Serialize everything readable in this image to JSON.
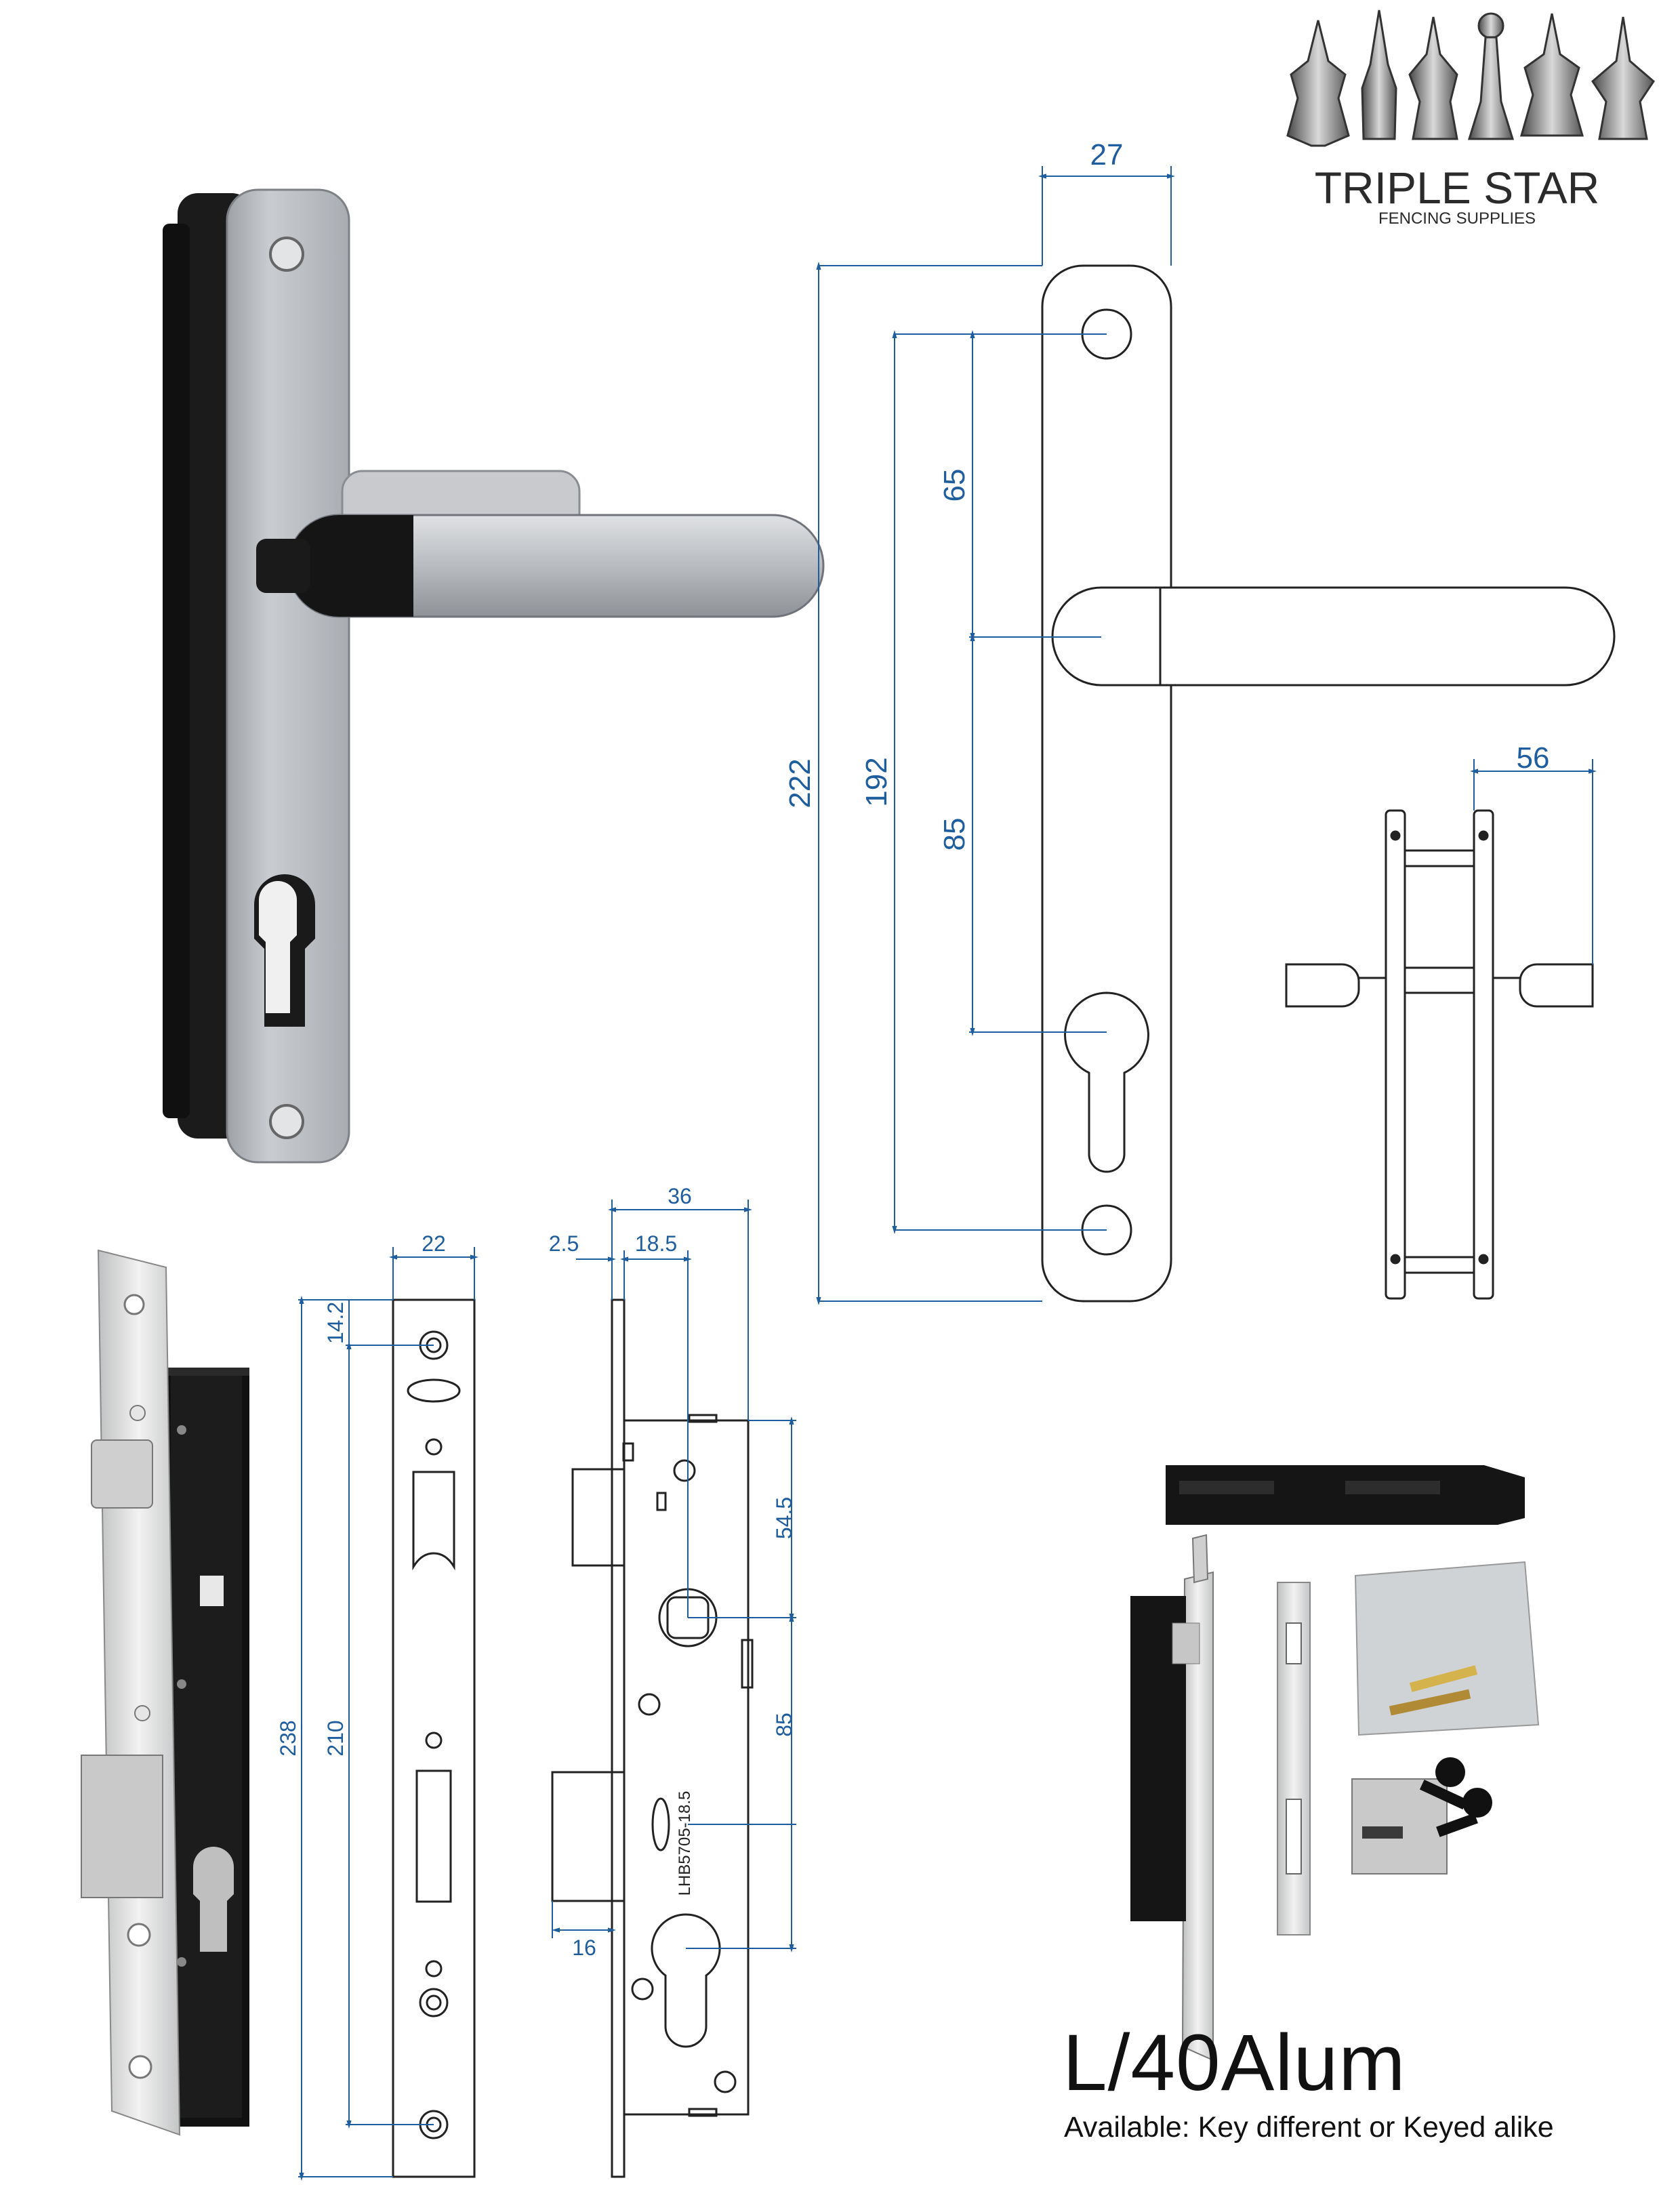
{
  "brand": {
    "name": "TRIPLE STAR",
    "tagline": "FENCING SUPPLIES"
  },
  "product": {
    "code": "L/40Alum",
    "availability": "Available: Key different or Keyed alike",
    "lock_marking": "LHB5705-18.5"
  },
  "handle_dimensions": {
    "plate_width": "27",
    "overall_height": "222",
    "hole_centres": "192",
    "lever_to_top": "65",
    "lever_to_cylinder": "85",
    "side_depth": "56"
  },
  "lock_dimensions": {
    "faceplate_width": "22",
    "faceplate_height": "238",
    "screw_centres": "210",
    "top_offset": "14.2",
    "body_depth": "36",
    "plate_thickness": "2.5",
    "backset": "18.5",
    "top_to_spindle": "54.5",
    "spindle_to_cylinder": "85",
    "deadbolt_throw": "16"
  },
  "colors": {
    "dimension_blue": "#1f5e9e",
    "handle_silver": "#b9bcc0",
    "lock_black": "#141414",
    "stainless": "#d9d9d9"
  }
}
